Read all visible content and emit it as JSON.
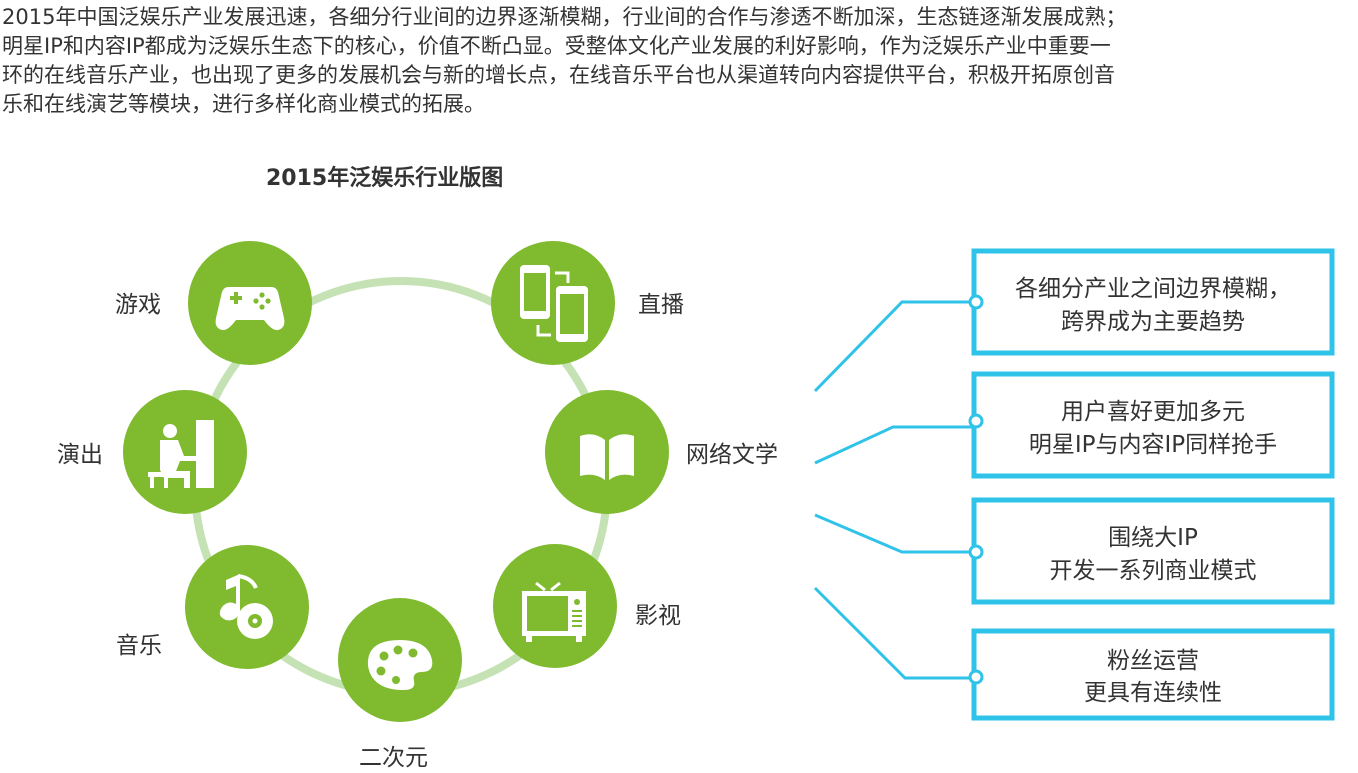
{
  "intro": {
    "lines": [
      "2015年中国泛娱乐产业发展迅速，各细分行业间的边界逐渐模糊，行业间的合作与渗透不断加深，生态链逐渐发展成熟；",
      "明星IP和内容IP都成为泛娱乐生态下的核心，价值不断凸显。受整体文化产业发展的利好影响，作为泛娱乐产业中重要一",
      "环的在线音乐产业，也出现了更多的发展机会与新的增长点，在线音乐平台也从渠道转向内容提供平台，积极开拓原创音",
      "乐和在线演艺等模块，进行多样化商业模式的拓展。"
    ]
  },
  "diagram": {
    "title": "2015年泛娱乐行业版图",
    "colors": {
      "node": "#7fba2f",
      "ring": "#c5e2b4",
      "box_border": "#30c3e9",
      "connector": "#30c3e9"
    },
    "nodes": [
      {
        "label": "游戏",
        "icon": "gamepad-icon"
      },
      {
        "label": "直播",
        "icon": "mobile-devices-icon"
      },
      {
        "label": "演出",
        "icon": "piano-player-icon"
      },
      {
        "label": "网络文学",
        "icon": "open-book-icon"
      },
      {
        "label": "音乐",
        "icon": "music-note-disc-icon"
      },
      {
        "label": "影视",
        "icon": "tv-icon"
      },
      {
        "label": "二次元",
        "icon": "palette-icon"
      }
    ],
    "boxes": [
      {
        "line1": "各细分产业之间边界模糊，",
        "line2": "跨界成为主要趋势"
      },
      {
        "line1": "用户喜好更加多元",
        "line2": "明星IP与内容IP同样抢手"
      },
      {
        "line1": "围绕大IP",
        "line2": "开发一系列商业模式"
      },
      {
        "line1": "粉丝运营",
        "line2": "更具有连续性"
      }
    ]
  }
}
